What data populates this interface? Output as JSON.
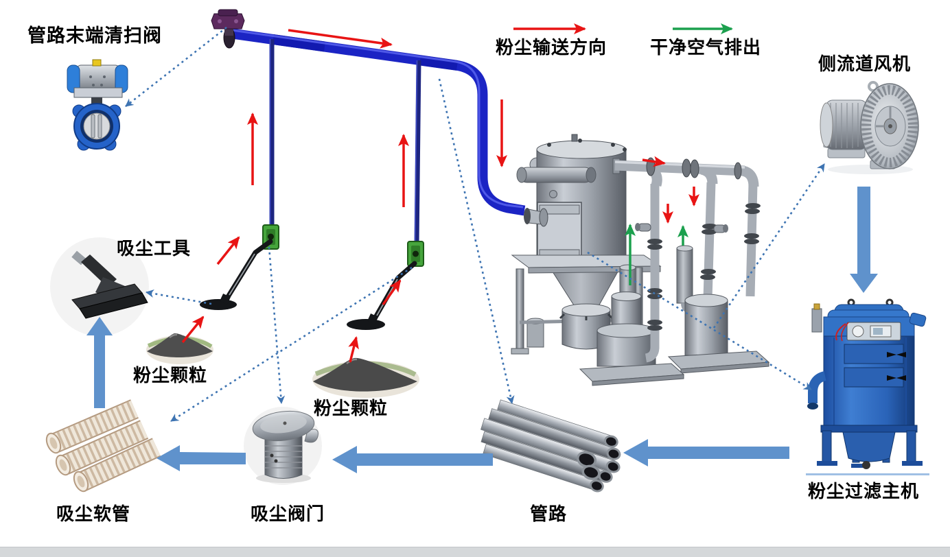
{
  "legend": {
    "dust_flow": {
      "label": "粉尘输送方向",
      "arrow_color": "#e81414"
    },
    "clean_air": {
      "label": "干净空气排出",
      "arrow_color": "#1ca04e"
    }
  },
  "callouts": {
    "pipe_end_cleaning_valve": "管路末端清扫阀",
    "side_channel_blower": "侧流道风机",
    "vacuum_tool": "吸尘工具",
    "dust_particles_left": "粉尘颗粒",
    "dust_particles_center": "粉尘颗粒",
    "vacuum_hose": "吸尘软管",
    "vacuum_valve": "吸尘阀门",
    "pipeline": "管路",
    "dust_filter_main_unit": "粉尘过滤主机"
  },
  "colors": {
    "dust_flow_arrow": "#e81414",
    "clean_air_arrow": "#1ca04e",
    "process_step_arrow": "#5f92cc",
    "callout_dotted_line": "#3e74b2",
    "main_pipe_blue": "#1b24c4",
    "filter_machine_blue": "#2f6fc2"
  }
}
